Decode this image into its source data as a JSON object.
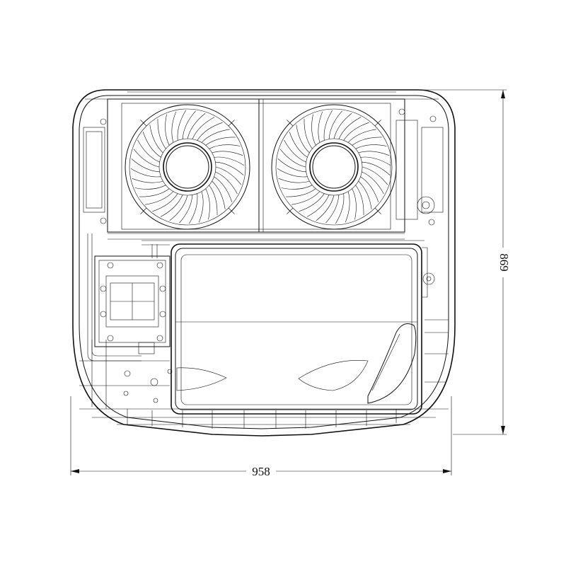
{
  "dimensions": {
    "width_label": "958",
    "height_label": "869"
  },
  "fans": {
    "count": 2,
    "blades_per_fan": 36
  },
  "colors": {
    "line": "#111111",
    "background": "#ffffff"
  }
}
